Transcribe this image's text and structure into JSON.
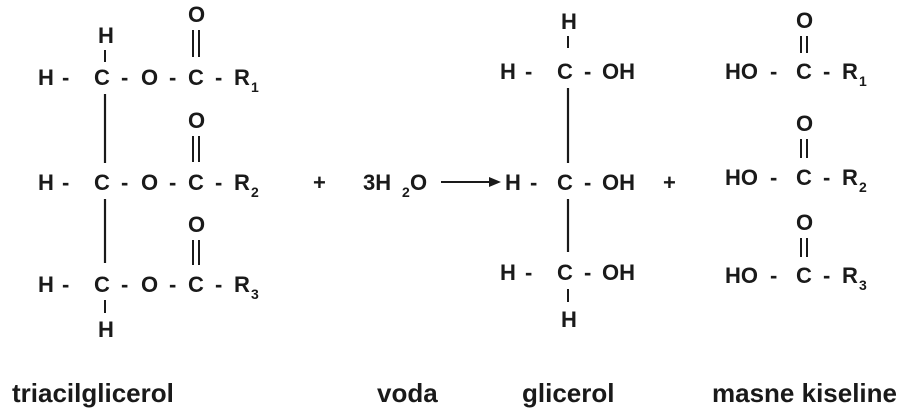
{
  "atoms": {
    "H": "H",
    "C": "C",
    "O": "O",
    "OH": "OH",
    "HO": "HO",
    "R": "R",
    "dash": "-",
    "plus": "+"
  },
  "subscripts": [
    "1",
    "2",
    "3"
  ],
  "water": {
    "coefficient": "3H",
    "subscript": "2",
    "atom": "O"
  },
  "captions": {
    "reactant": "triacilglicerol",
    "water": "voda",
    "glycerol": "glicerol",
    "acids": "masne kiseline"
  }
}
